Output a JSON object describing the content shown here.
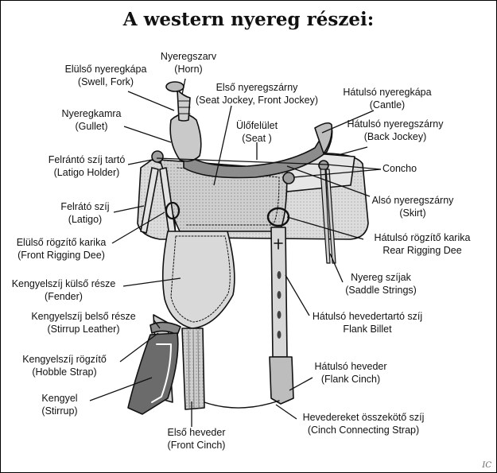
{
  "title": "A western nyereg részei:",
  "credit": "IC",
  "colors": {
    "seat": "#8c8c8c",
    "leather": "#d9d9d9",
    "skirt": "#dcdcdc",
    "line": "#111111",
    "stirrup": "#6b6b6b"
  },
  "parts": {
    "horn": {
      "l1": "Nyeregszarv",
      "l2": "(Horn)"
    },
    "swell": {
      "l1": "Elülső nyeregkápa",
      "l2": "(Swell, Fork)"
    },
    "seatjockey": {
      "l1": "Első nyeregszárny",
      "l2": "(Seat Jockey, Front Jockey)"
    },
    "cantle": {
      "l1": "Hátulsó nyeregkápa",
      "l2": "(Cantle)"
    },
    "gullet": {
      "l1": "Nyeregkamra",
      "l2": "(Gullet)"
    },
    "backjockey": {
      "l1": "Hátulsó nyeregszárny",
      "l2": "(Back Jockey)"
    },
    "seat": {
      "l1": "Ülőfelület",
      "l2": "(Seat )"
    },
    "latigoholder": {
      "l1": "Felrántó szíj tartó",
      "l2": "(Latigo Holder)"
    },
    "concho": {
      "l1": "Concho"
    },
    "latigo": {
      "l1": "Felrátó szíj",
      "l2": "(Latigo)"
    },
    "skirt": {
      "l1": "Alsó nyeregszárny",
      "l2": "(Skirt)"
    },
    "frontdee": {
      "l1": "Elülső rögzítő karika",
      "l2": "(Front Rigging Dee)"
    },
    "reardee": {
      "l1": "Hátulsó rögzítő karika",
      "l2": "Rear Rigging Dee"
    },
    "strings": {
      "l1": "Nyereg szíjak",
      "l2": "(Saddle Strings)"
    },
    "fender": {
      "l1": "Kengyelszíj külső része",
      "l2": "(Fender)"
    },
    "billet": {
      "l1": "Hátulsó hevedertartó szíj",
      "l2": "Flank Billet"
    },
    "stirrupleather": {
      "l1": "Kengyelszíj belső része",
      "l2": "(Stirrup Leather)"
    },
    "hobble": {
      "l1": "Kengyelszíj rögzítő",
      "l2": "(Hobble Strap)"
    },
    "flankcinch": {
      "l1": "Hátulsó heveder",
      "l2": "(Flank Cinch)"
    },
    "stirrup": {
      "l1": "Kengyel",
      "l2": "(Stirrup)"
    },
    "connect": {
      "l1": "Hevedereket összekötő szíj",
      "l2": "(Cinch Connecting Strap)"
    },
    "frontcinch": {
      "l1": "Első heveder",
      "l2": "(Front Cinch)"
    }
  }
}
